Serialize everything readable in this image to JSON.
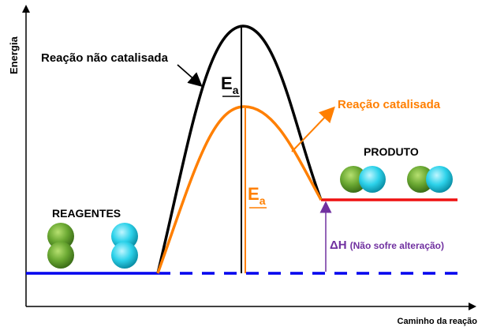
{
  "axes": {
    "y_label": "Energia",
    "x_label": "Caminho da reação"
  },
  "labels": {
    "uncatalyzed": "Reação não catalisada",
    "catalyzed": "Reação catalisada",
    "product": "PRODUTO",
    "reagents": "REAGENTES",
    "ea_main": "E",
    "ea_sub": "a",
    "delta_h_symbol": "ΔH",
    "delta_h_note": "(Não sofre alteração)"
  },
  "colors": {
    "uncatalyzed": "#000000",
    "catalyzed": "#ff7f00",
    "reagent_level": "#0000ee",
    "product_level": "#ee1111",
    "delta_h": "#7030a0",
    "molecule_green": "#5a9a2a",
    "molecule_cyan": "#1bc9e0"
  }
}
